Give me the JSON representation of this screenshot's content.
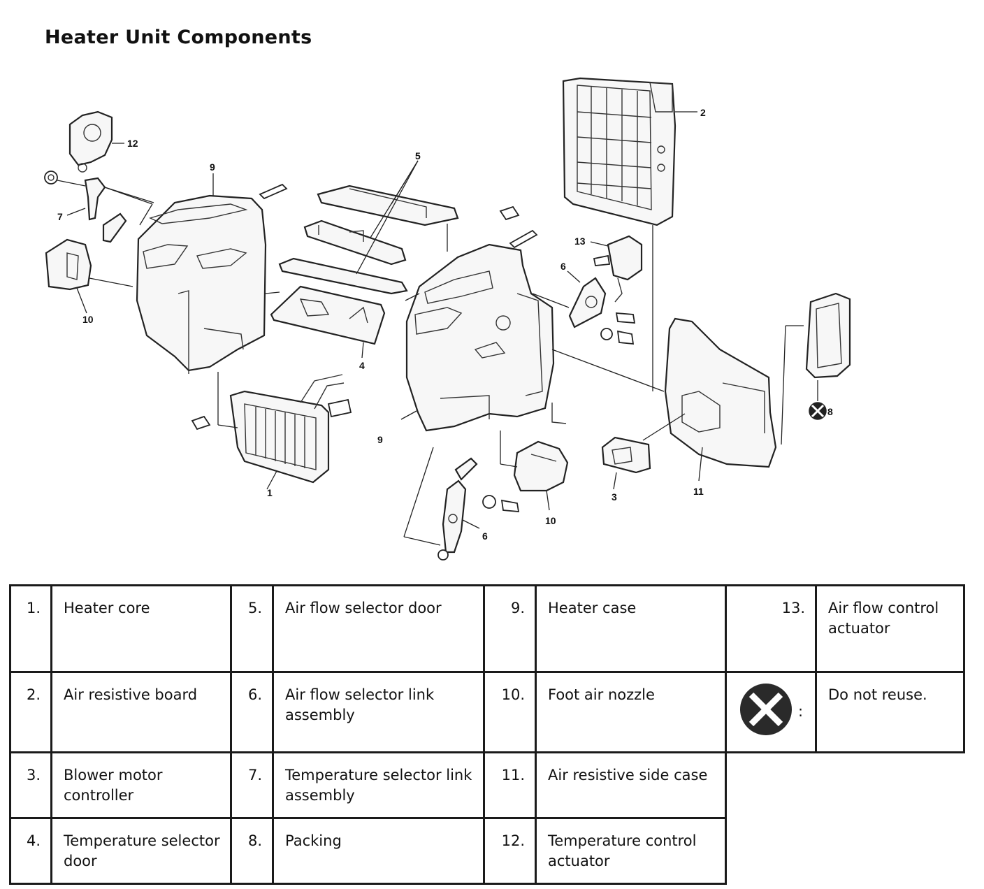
{
  "title": "Heater Unit Components",
  "callouts": [
    "1",
    "2",
    "3",
    "4",
    "5",
    "6",
    "6",
    "7",
    "8",
    "9",
    "9",
    "10",
    "10",
    "11",
    "12",
    "13"
  ],
  "legend": [
    {
      "num": "1.",
      "label": "Heater core"
    },
    {
      "num": "2.",
      "label": "Air resistive board"
    },
    {
      "num": "3.",
      "label": "Blower motor controller"
    },
    {
      "num": "4.",
      "label": "Temperature selector door"
    },
    {
      "num": "5.",
      "label": "Air flow selector door"
    },
    {
      "num": "6.",
      "label": "Air flow selector link assembly"
    },
    {
      "num": "7.",
      "label": "Temperature selector link assembly"
    },
    {
      "num": "8.",
      "label": "Packing"
    },
    {
      "num": "9.",
      "label": "Heater case"
    },
    {
      "num": "10.",
      "label": "Foot air nozzle"
    },
    {
      "num": "11.",
      "label": "Air resistive side case"
    },
    {
      "num": "12.",
      "label": "Temperature control actuator"
    },
    {
      "num": "13.",
      "label": "Air flow control actuator"
    }
  ],
  "symbol_note": {
    "icon": "do-not-reuse-icon",
    "separator": ":",
    "label": "Do not reuse."
  }
}
